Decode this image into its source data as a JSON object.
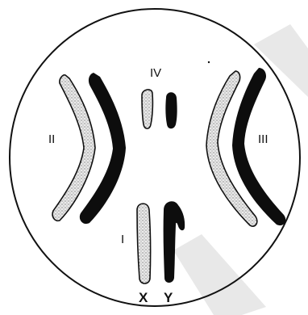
{
  "figure": {
    "labels": {
      "pair_ii": "II",
      "pair_iii": "III",
      "pair_iv": "IV",
      "pair_i": "I",
      "chrom_x": "X",
      "chrom_y": "Y"
    },
    "colors": {
      "outline": "#111111",
      "solid": "#0d0d0d",
      "stipple_fill": "#ececec",
      "stipple_dot": "#555555",
      "watermark": "#e6e6e6"
    }
  }
}
